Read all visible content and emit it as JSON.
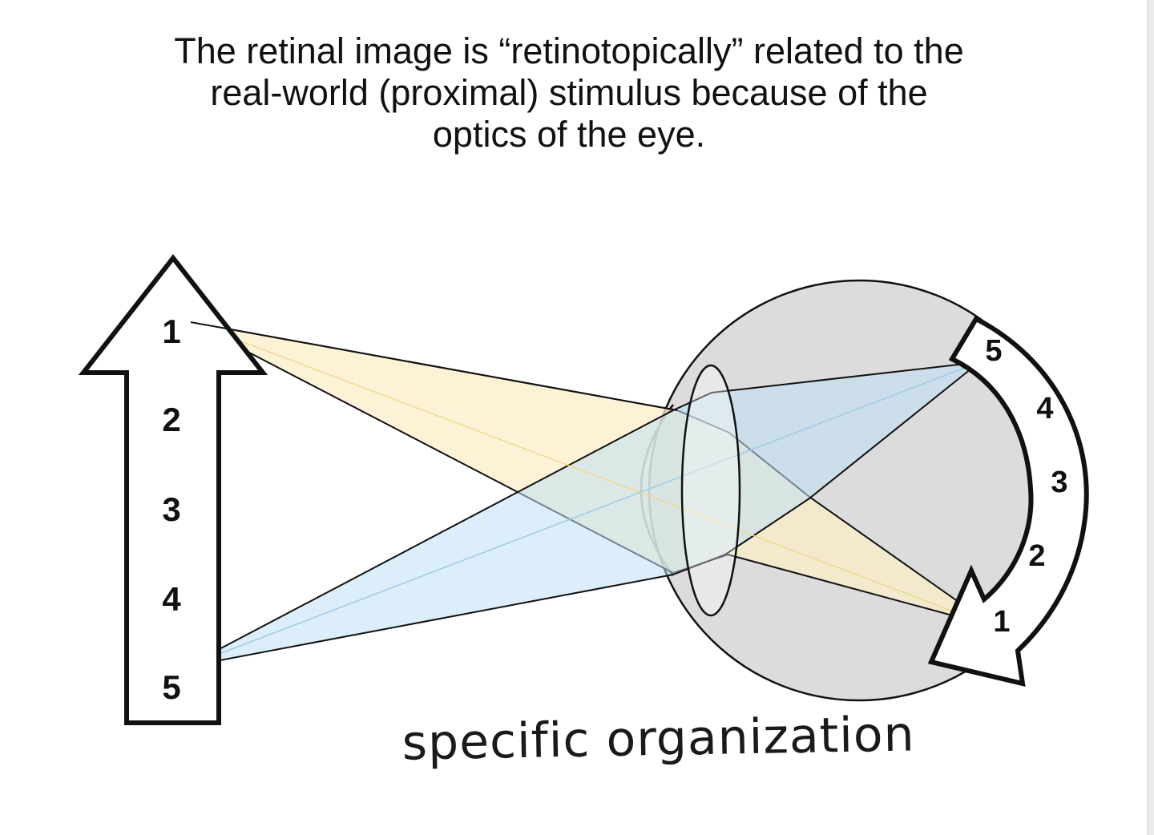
{
  "caption": {
    "line1": "The retinal image is “retinotopically” related to the",
    "line2": "real-world (proximal) stimulus because of the",
    "line3": "optics of the eye."
  },
  "stimulus_arrow": {
    "labels": [
      "1",
      "2",
      "3",
      "4",
      "5"
    ]
  },
  "retinal_arrow": {
    "labels": [
      "5",
      "4",
      "3",
      "2",
      "1"
    ]
  },
  "handwritten_note": "specific organization",
  "colors": {
    "upper_ray_fill": "#fbeec8",
    "lower_ray_fill": "#cfe7f6",
    "eyeball_fill": "#dcdcdc",
    "outline": "#111111"
  }
}
